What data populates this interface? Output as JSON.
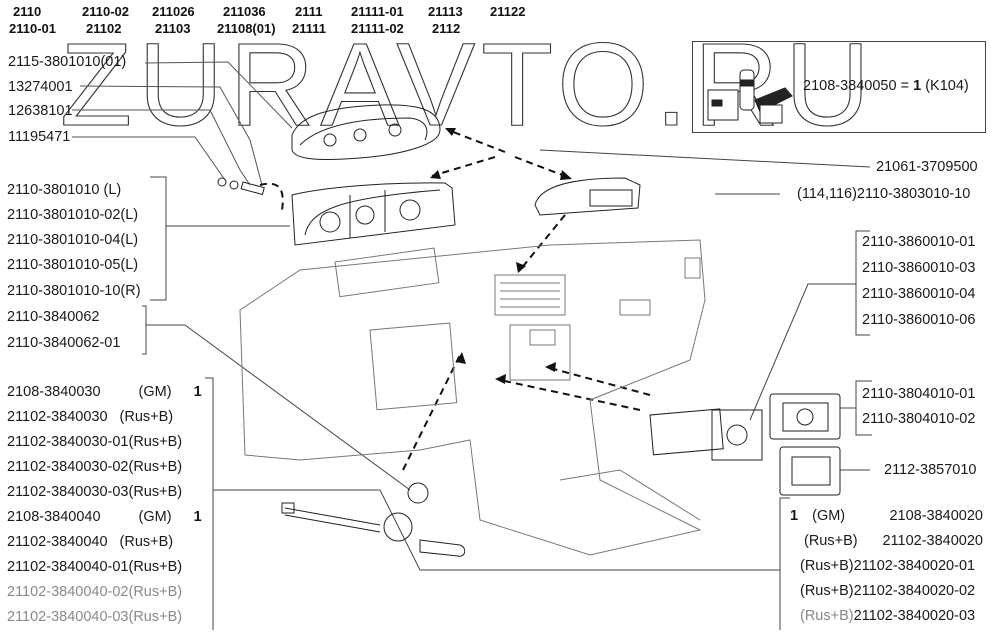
{
  "watermark": "ZURAVTO.RU",
  "models": {
    "row1": [
      "2110",
      "2110-02",
      "211026",
      "211036",
      "2111",
      "21111-01",
      "21113",
      "21122"
    ],
    "row2": [
      "2110-01",
      "21102",
      "21103",
      "21108(01)",
      "21111",
      "21111-02",
      "2112"
    ]
  },
  "left_labels": {
    "top_group": [
      "2115-3801010(01)",
      "13274001",
      "12638101",
      "11195471"
    ],
    "cluster_group": [
      "2110-3801010   (L)",
      "2110-3801010-02(L)",
      "2110-3801010-04(L)",
      "2110-3801010-05(L)",
      "2110-3801010-10(R)"
    ],
    "sensor_group": [
      "2110-3840062",
      "2110-3840062-01"
    ],
    "lock_group": [
      {
        "part": "2108-3840030",
        "note": "(GM)",
        "qty": "1"
      },
      {
        "part": "21102-3840030",
        "note": "(Rus+B)",
        "qty": ""
      },
      {
        "part": "21102-3840030-01",
        "note": "(Rus+B)",
        "qty": ""
      },
      {
        "part": "21102-3840030-02",
        "note": "(Rus+B)",
        "qty": ""
      },
      {
        "part": "21102-3840030-03",
        "note": "(Rus+B)",
        "qty": ""
      },
      {
        "part": "2108-3840040",
        "note": "(GM)",
        "qty": "1"
      },
      {
        "part": "21102-3840040",
        "note": "(Rus+B)",
        "qty": ""
      },
      {
        "part": "21102-3840040-01",
        "note": "(Rus+B)",
        "qty": ""
      },
      {
        "part": "21102-3840040-02",
        "note": "(Rus+B)",
        "qty": ""
      },
      {
        "part": "21102-3840040-03",
        "note": "(Rus+B)",
        "qty": ""
      }
    ]
  },
  "right_labels": {
    "kit": {
      "part": "2108-3840050",
      "eq": "=",
      "qty": "1",
      "note": "(K104)"
    },
    "lamp": "21061-3709500",
    "display": "(114,116)2110-3803010-10",
    "computer_group": [
      "2110-3860010-01",
      "2110-3860010-03",
      "2110-3860010-04",
      "2110-3860010-06"
    ],
    "clock_group": [
      "2110-3804010-01",
      "2110-3804010-02"
    ],
    "indicator": "2112-3857010",
    "key_group": [
      {
        "qty": "1",
        "note": "(GM)",
        "part": "2108-3840020"
      },
      {
        "qty": "",
        "note": "(Rus+B)",
        "part": "21102-3840020"
      },
      {
        "qty": "",
        "note": "(Rus+B)",
        "part": "21102-3840020-01"
      },
      {
        "qty": "",
        "note": "(Rus+B)",
        "part": "21102-3840020-02"
      },
      {
        "qty": "",
        "note": "(Rus+B)",
        "part": "21102-3840020-03"
      }
    ]
  }
}
